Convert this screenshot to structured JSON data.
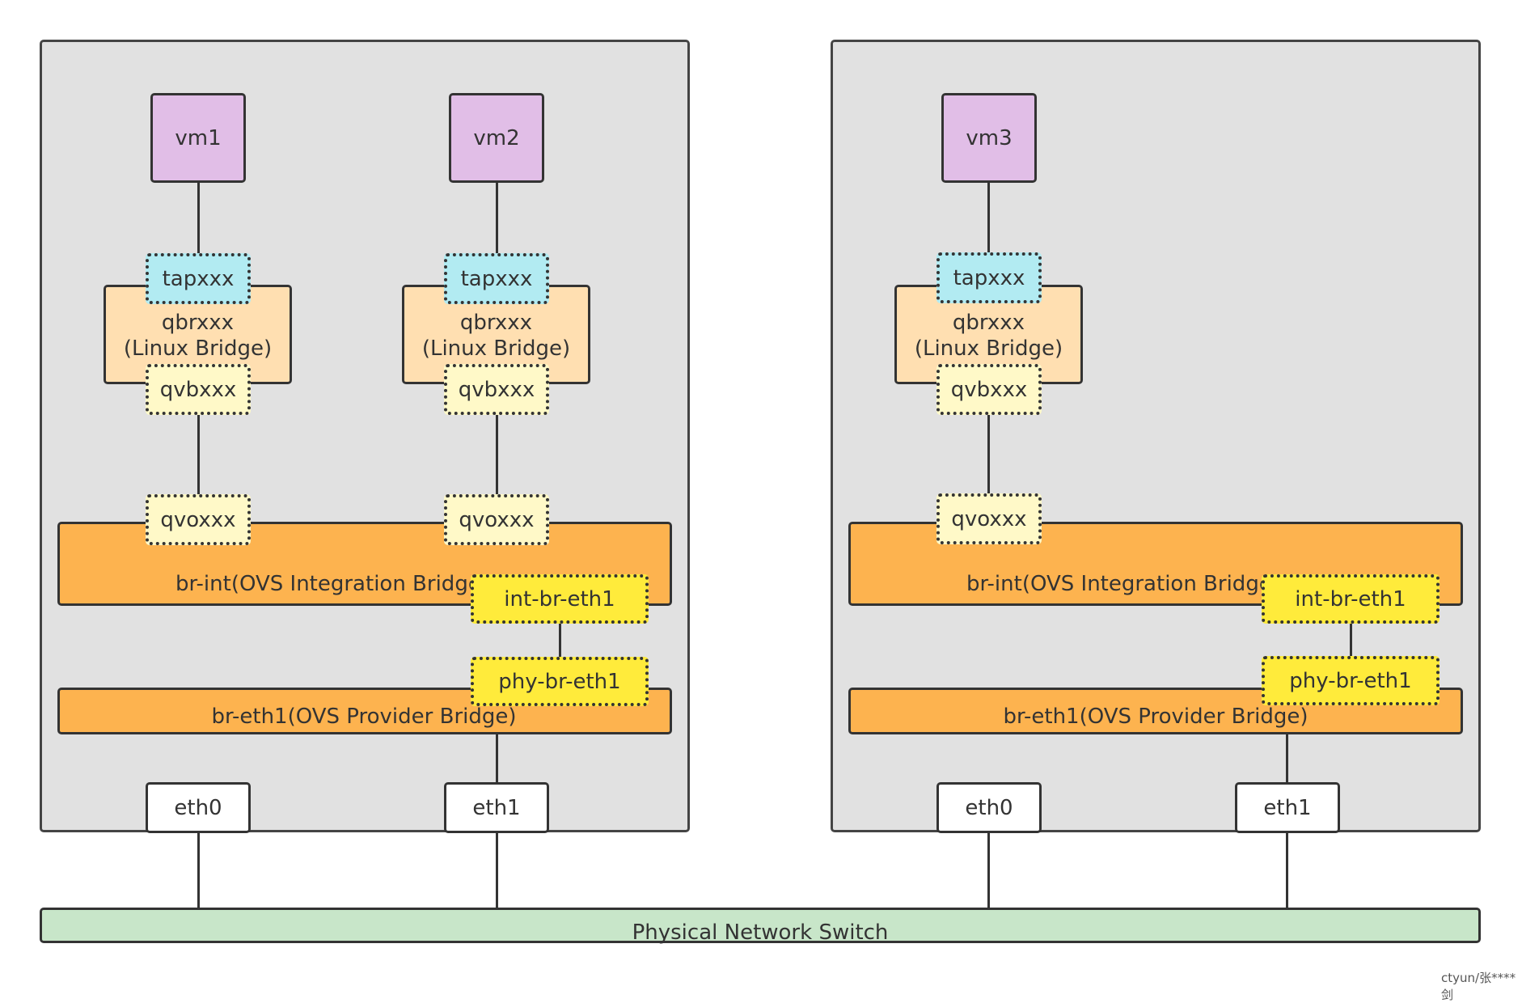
{
  "colors": {
    "host_bg": "#e1e1e1",
    "vm": "#e1bee7",
    "tap": "#b2ebf2",
    "qbr": "#ffdfb1",
    "qv_port": "#fff9c8",
    "ovs_bridge": "#fdb34f",
    "patch_port": "#ffeb3b",
    "switch": "#c8e6c9",
    "nic": "#ffffff"
  },
  "hosts": [
    {
      "vms": [
        {
          "name": "vm1",
          "tap": "tapxxx",
          "qbr_line1": "qbrxxx",
          "qbr_line2": "(Linux Bridge)",
          "qvb": "qvbxxx",
          "qvo": "qvoxxx"
        },
        {
          "name": "vm2",
          "tap": "tapxxx",
          "qbr_line1": "qbrxxx",
          "qbr_line2": "(Linux Bridge)",
          "qvb": "qvbxxx",
          "qvo": "qvoxxx"
        }
      ],
      "br_int": "br-int(OVS Integration Bridge)",
      "int_port": "int-br-eth1",
      "phy_port": "phy-br-eth1",
      "br_eth1": "br-eth1(OVS Provider Bridge)",
      "nics": [
        "eth0",
        "eth1"
      ]
    },
    {
      "vms": [
        {
          "name": "vm3",
          "tap": "tapxxx",
          "qbr_line1": "qbrxxx",
          "qbr_line2": "(Linux Bridge)",
          "qvb": "qvbxxx",
          "qvo": "qvoxxx"
        }
      ],
      "br_int": "br-int(OVS Integration Bridge)",
      "int_port": "int-br-eth1",
      "phy_port": "phy-br-eth1",
      "br_eth1": "br-eth1(OVS Provider Bridge)",
      "nics": [
        "eth0",
        "eth1"
      ]
    }
  ],
  "switch_label": "Physical Network Switch",
  "watermark": "ctyun/张****剑"
}
